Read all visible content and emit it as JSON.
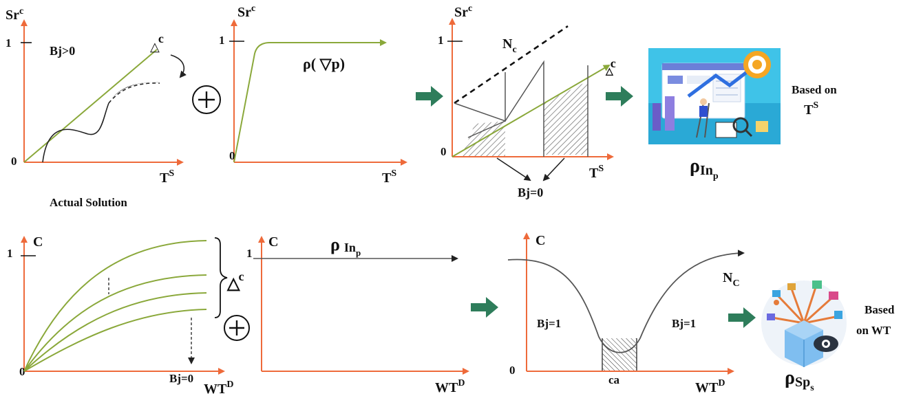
{
  "colors": {
    "axis": "#ee6a3a",
    "curve": "#8aa83a",
    "arrow": "#2e7d5b",
    "hatch": "#666666"
  },
  "icons": {
    "top_illustration": "dashboard-target-illustration",
    "bottom_illustration": "data-box-eye-illustration",
    "flow_arrow": "right-arrow-icon",
    "plus": "circled-plus-icon"
  },
  "top": {
    "p1": {
      "ylabel_base": "Sr",
      "ylabel_sup": "c",
      "tick1": "1",
      "origin": "0",
      "xlabel_base": "T",
      "xlabel_sup": "S",
      "condition": "Bj>0",
      "delta": "△",
      "delta_sup": "c",
      "caption": "Actual Solution"
    },
    "p2": {
      "ylabel_base": "Sr",
      "ylabel_sup": "c",
      "tick1": "1",
      "origin": "0",
      "xlabel_base": "T",
      "xlabel_sup": "S",
      "rho_label": "ρ( ▽p)"
    },
    "p3": {
      "ylabel_base": "Sr",
      "ylabel_sup": "c",
      "tick1": "1",
      "origin": "0",
      "xlabel_base": "T",
      "xlabel_sup": "S",
      "nc_base": "N",
      "nc_sub": "c",
      "delta": "△",
      "delta_sup": "c",
      "bj_label": "Bj=0"
    },
    "result": {
      "rho": "ρ",
      "sub": "In",
      "subsub": "p",
      "based_line1": "Based on",
      "based_line2_base": "T",
      "based_line2_sup": "S"
    }
  },
  "bottom": {
    "p1": {
      "ylabel": "C",
      "tick1": "1",
      "origin": "0",
      "xlabel_base": "WT",
      "xlabel_sup": "D",
      "bj_label": "Bj=0",
      "delta": "△",
      "delta_sup": "c"
    },
    "p2": {
      "ylabel": "C",
      "tick1": "1",
      "xlabel_base": "WT",
      "xlabel_sup": "D",
      "rho": "ρ",
      "sub": "In",
      "subsub": "p"
    },
    "p3": {
      "ylabel": "C",
      "origin": "0",
      "xlabel_base": "WT",
      "xlabel_sup": "D",
      "nc_base": "N",
      "nc_sub": "C",
      "bj_left": "Bj=1",
      "bj_right": "Bj=1",
      "ca": "ca"
    },
    "result": {
      "rho": "ρ",
      "sub": "Sp",
      "subsub": "s",
      "based_line1": "Based",
      "based_line2": "on WT"
    }
  }
}
